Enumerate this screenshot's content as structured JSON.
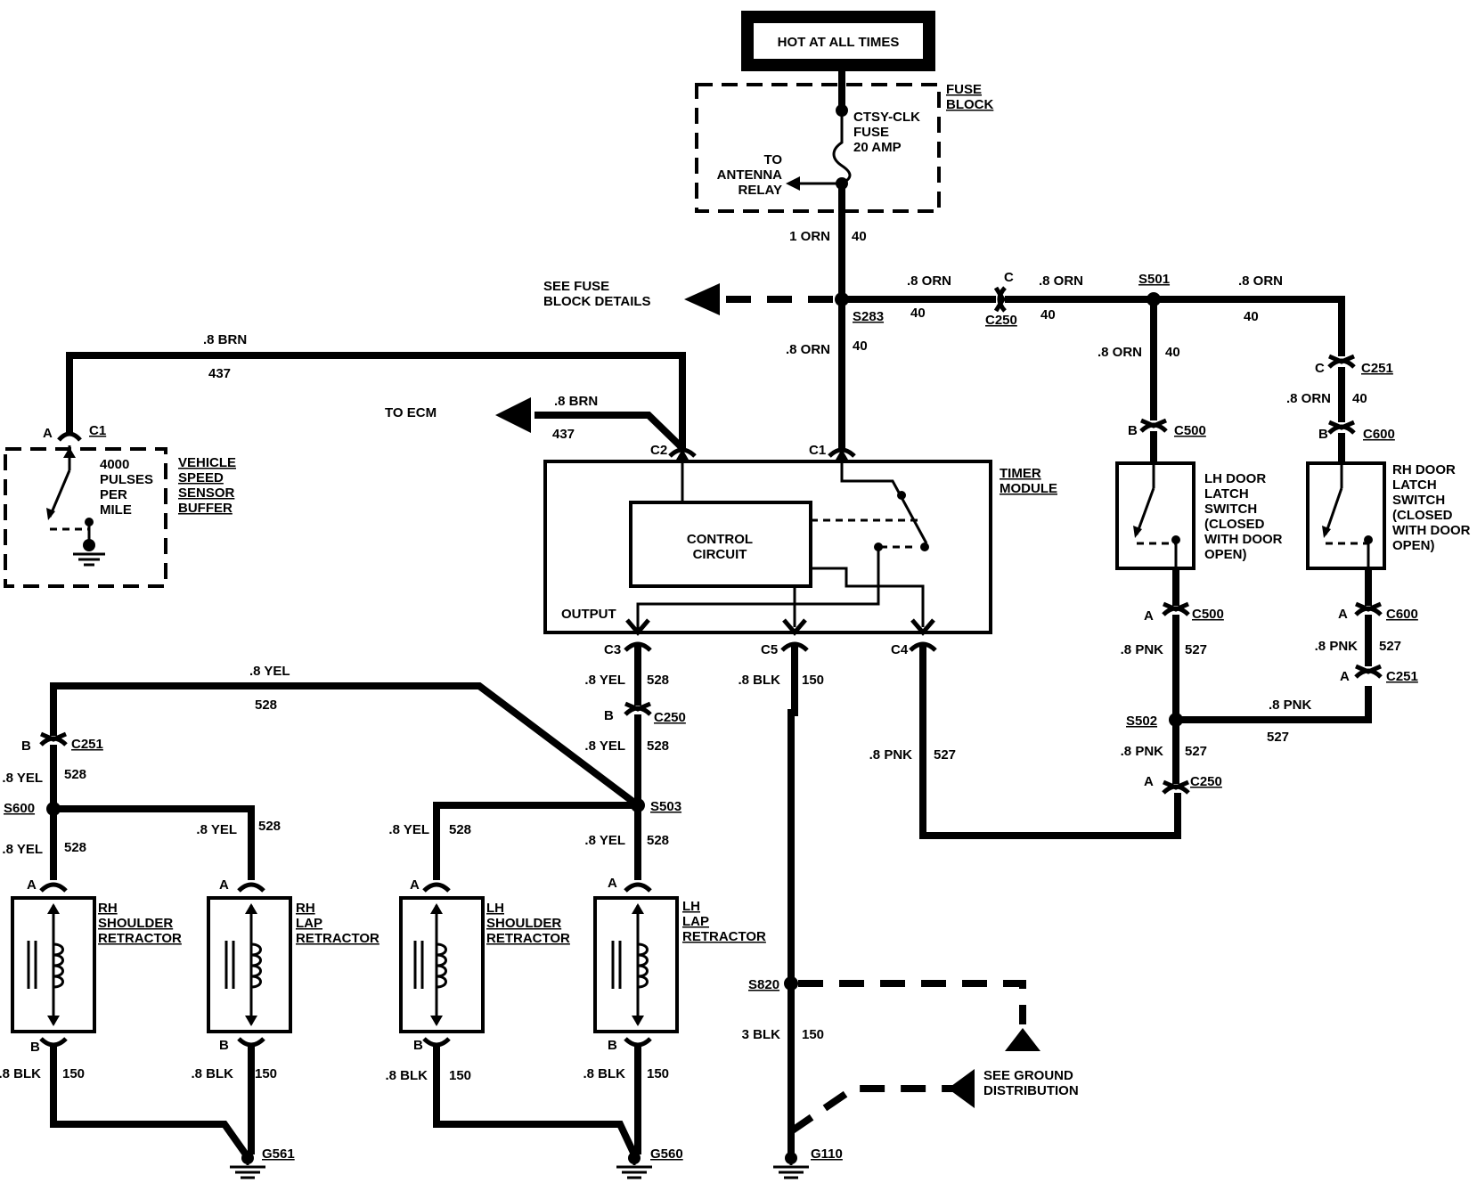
{
  "header": {
    "title": "HOT AT ALL TIMES"
  },
  "fuse_block": {
    "name": "FUSE\nBLOCK",
    "fuse_label": "CTSY-CLK\nFUSE\n20 AMP",
    "to_antenna": "TO\nANTENNA\nRELAY"
  },
  "see_fuse": "SEE FUSE\nBLOCK DETAILS",
  "to_ecm": "TO ECM",
  "see_ground": "SEE GROUND\nDISTRIBUTION",
  "timer": {
    "name": "TIMER\nMODULE",
    "control": "CONTROL\nCIRCUIT",
    "output": "OUTPUT"
  },
  "vss": {
    "name": "VEHICLE\nSPEED\nSENSOR\nBUFFER",
    "pulses": "4000\nPULSES\nPER\nMILE"
  },
  "lh_switch": {
    "name": "LH DOOR\nLATCH\nSWITCH\n(CLOSED\nWITH DOOR\nOPEN)"
  },
  "rh_switch": {
    "name": "RH DOOR\nLATCH\nSWITCH\n(CLOSED\nWITH DOOR\nOPEN)"
  },
  "retractors": [
    {
      "name": "RH\nSHOULDER\nRETRACTOR"
    },
    {
      "name": "RH\nLAP\nRETRACTOR"
    },
    {
      "name": "LH\nSHOULDER\nRETRACTOR"
    },
    {
      "name": "LH\nLAP\nRETRACTOR"
    }
  ],
  "wires": {
    "orn": ".8 ORN",
    "orn1": "1 ORN",
    "c40": "40",
    "brn": ".8 BRN",
    "c437": "437",
    "yel": ".8 YEL",
    "c528": "528",
    "blk": ".8 BLK",
    "blk3": "3 BLK",
    "c150": "150",
    "pnk": ".8 PNK",
    "c527": "527"
  },
  "connectors": {
    "C1": "C1",
    "C2": "C2",
    "C3": "C3",
    "C4": "C4",
    "C5": "C5",
    "C250": "C250",
    "C251": "C251",
    "C500": "C500",
    "C600": "C600",
    "pinA": "A",
    "pinB": "B",
    "pinC": "C"
  },
  "splices": {
    "S283": "S283",
    "S501": "S501",
    "S502": "S502",
    "S503": "S503",
    "S600": "S600",
    "S820": "S820"
  },
  "grounds": {
    "G561": "G561",
    "G560": "G560",
    "G110": "G110"
  }
}
